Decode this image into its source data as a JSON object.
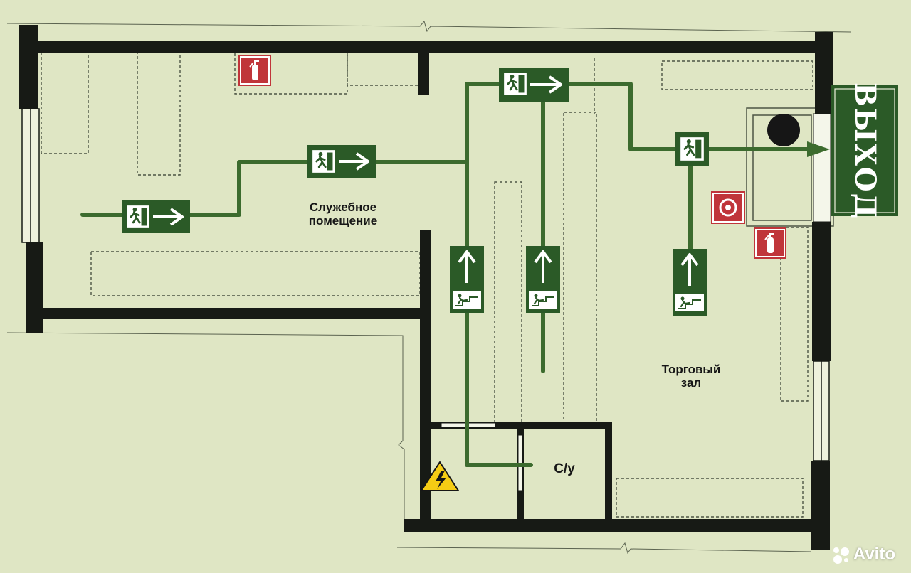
{
  "rooms": {
    "service_room": {
      "line1": "Служебное",
      "line2": "помещение"
    },
    "sales_hall": {
      "line1": "Торговый",
      "line2": "зал"
    },
    "restroom": "С/у"
  },
  "exit_sign": {
    "label": "ВЫХОД"
  },
  "watermark": {
    "label": "Avito"
  },
  "colors": {
    "background": "#dfe6c4",
    "wall": "#171a15",
    "route": "#3c6b2e",
    "sign": "#2b5a27",
    "fire_equipment": "#c0353a",
    "hazard": "#f5cc14"
  },
  "icons": {
    "exit_signs": [
      "running-man-exit-icon",
      "right-arrow-icon"
    ],
    "direction_signs": [
      "up-arrow-icon",
      "stairs-person-icon"
    ],
    "fire_equipment": [
      "fire-extinguisher-icon",
      "fire-hose-icon"
    ],
    "hazard": "high-voltage-warning-icon",
    "marker": "black-dot-marker-icon"
  }
}
